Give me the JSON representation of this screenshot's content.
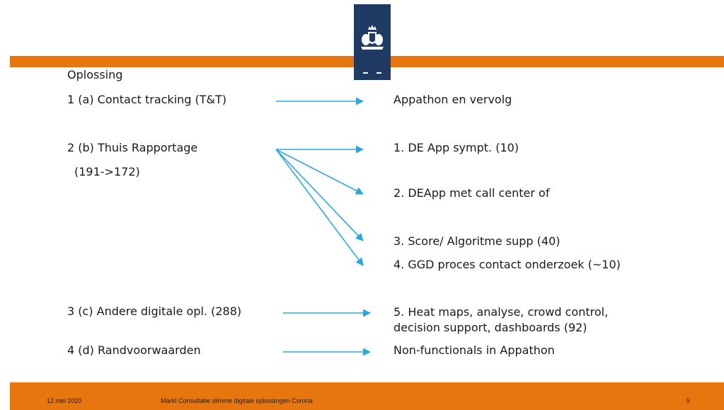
{
  "colors": {
    "accent": "#e8760f",
    "logo_bg": "#1f3a63",
    "arrow": "#29a8e0"
  },
  "logo": {
    "icon": "coat-of-arms-icon"
  },
  "heading": "Oplossing",
  "left": {
    "item1": "1 (a) Contact tracking (T&T)",
    "item2": "2 (b) Thuis Rapportage",
    "item2_sub": "(191->172)",
    "item3": "3 (c) Andere digitale opl. (288)",
    "item4": "4 (d) Randvoorwaarden"
  },
  "right": {
    "r1": "Appathon en vervolg",
    "r2": "1. DE App sympt. (10)",
    "r3": "2. DEApp met call center of",
    "r4": "3. Score/ Algoritme supp (40)",
    "r5": "4. GGD proces contact onderzoek (~10)",
    "r6_line1": "5. Heat maps, analyse, crowd control,",
    "r6_line2": "decision support, dashboards (92)",
    "r7": "Non-functionals in Appathon"
  },
  "footer": {
    "date": "12 mei 2020",
    "title": "Markt Consultatie slimme digitale oplossingen Corona",
    "page": "5"
  }
}
